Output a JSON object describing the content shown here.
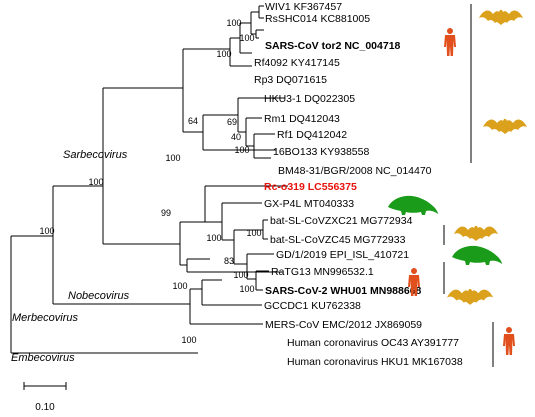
{
  "leaves": [
    {
      "id": "wiv1",
      "label": "WIV1  KF367457",
      "style": "normal"
    },
    {
      "id": "rsshc014",
      "label": "RsSHC014 KC881005",
      "style": "normal"
    },
    {
      "id": "tor2",
      "label": "SARS-CoV  tor2 NC_004718",
      "style": "bold"
    },
    {
      "id": "rf4092",
      "label": "Rf4092 KY417145",
      "style": "normal"
    },
    {
      "id": "rp3",
      "label": "Rp3 DQ071615",
      "style": "normal"
    },
    {
      "id": "hku3",
      "label": "HKU3-1 DQ022305",
      "style": "normal"
    },
    {
      "id": "rm1",
      "label": "Rm1 DQ412043",
      "style": "normal"
    },
    {
      "id": "rf1",
      "label": "Rf1 DQ412042",
      "style": "normal"
    },
    {
      "id": "16bo133",
      "label": "16BO133 KY938558",
      "style": "normal"
    },
    {
      "id": "bm48",
      "label": "BM48-31/BGR/2008 NC_014470",
      "style": "normal"
    },
    {
      "id": "rc0319",
      "label": "Rc-o319  LC556375",
      "style": "red"
    },
    {
      "id": "gxp4l",
      "label": "GX-P4L  MT040333",
      "style": "normal"
    },
    {
      "id": "zxc21",
      "label": "bat-SL-CoVZXC21 MG772934",
      "style": "normal"
    },
    {
      "id": "zc45",
      "label": "bat-SL-CoVZC45 MG772933",
      "style": "normal"
    },
    {
      "id": "gd1",
      "label": "GD/1/2019 EPI_ISL_410721",
      "style": "normal"
    },
    {
      "id": "ratg13",
      "label": "RaTG13 MN996532.1",
      "style": "normal"
    },
    {
      "id": "sars2",
      "label": "SARS-CoV-2  WHU01  MN988668",
      "style": "bold"
    },
    {
      "id": "gccdc1",
      "label": "GCCDC1 KU762338",
      "style": "normal"
    },
    {
      "id": "mers",
      "label": "MERS-CoV EMC/2012 JX869059",
      "style": "normal"
    },
    {
      "id": "oc43",
      "label": "Human coronavirus OC43 AY391777",
      "style": "normal"
    },
    {
      "id": "hku1",
      "label": "Human coronavirus HKU1 MK167038",
      "style": "normal"
    }
  ],
  "bootstraps": [
    {
      "id": "bs-root-100",
      "value": "100"
    },
    {
      "id": "bs-sarbeco-100",
      "value": "100"
    },
    {
      "id": "bs-sars1group-64",
      "value": "64"
    },
    {
      "id": "bs-sars1clade-100",
      "value": "100"
    },
    {
      "id": "bs-rm1-69",
      "value": "69"
    },
    {
      "id": "bs-rf1-40",
      "value": "40"
    },
    {
      "id": "bs-16bo-100",
      "value": "100"
    },
    {
      "id": "bs-rp3-100",
      "value": "100"
    },
    {
      "id": "bs-rs-100",
      "value": "100"
    },
    {
      "id": "bs-tor2-100",
      "value": "100"
    },
    {
      "id": "bs-sars2group-99",
      "value": "99"
    },
    {
      "id": "bs-pang-100",
      "value": "100"
    },
    {
      "id": "bs-zc-100",
      "value": "100"
    },
    {
      "id": "bs-gd-83",
      "value": "83"
    },
    {
      "id": "bs-ratg-100",
      "value": "100"
    },
    {
      "id": "bs-ratgsars2-100",
      "value": "100"
    },
    {
      "id": "bs-merbeco-100",
      "value": "100"
    },
    {
      "id": "bs-embeco-100",
      "value": "100"
    }
  ],
  "clades": {
    "sarbecovirus": "Sarbecovirus",
    "nobecovirus": "Nobecovirus",
    "merbecovirus": "Merbecovirus",
    "embecovirus": "Embecovirus"
  },
  "scale_bar": {
    "label": "0.10"
  },
  "colors": {
    "bat": "#dba11c",
    "pangolin": "#1a9b1a",
    "human": "#e04f1c",
    "highlight": "#e8120c"
  },
  "icons": [
    "bat-icon",
    "pangolin-icon",
    "human-icon"
  ]
}
